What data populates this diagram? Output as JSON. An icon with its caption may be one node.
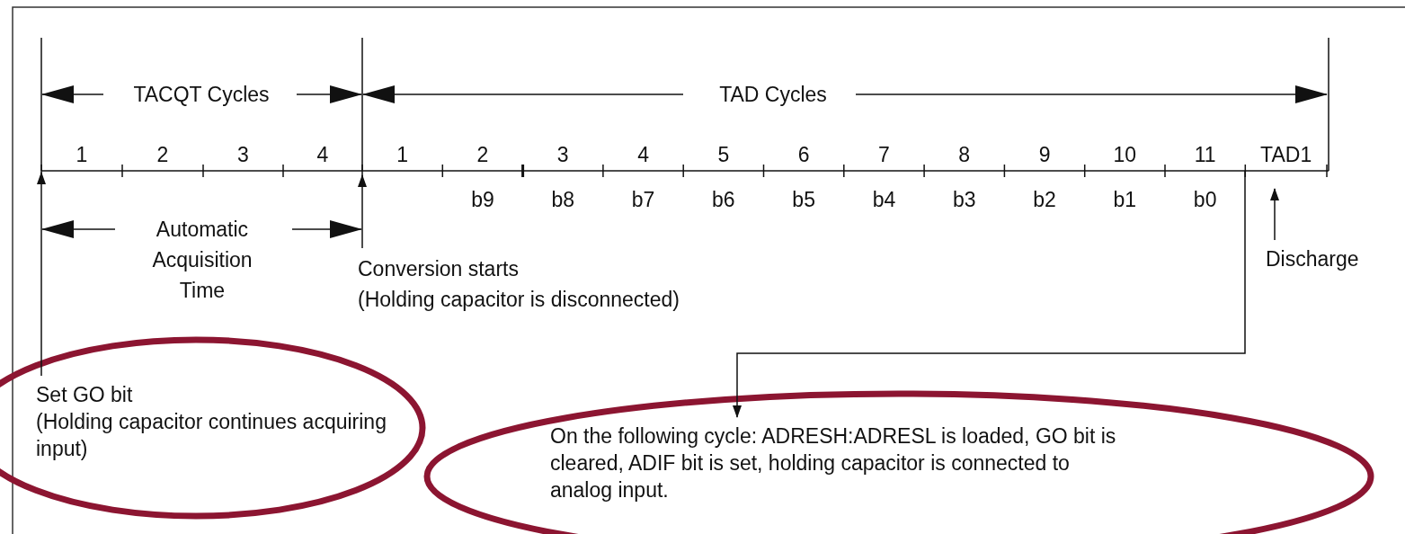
{
  "diagram": {
    "nodes": [
      {
        "text": [
          "Set GO bit",
          "(Holding capacitor continues acquiring input)"
        ]
      },
      {
        "text": [
          "Conversion starts",
          "(Holding capacitor is disconnected)"
        ]
      },
      {
        "text": [
          "Discharge"
        ]
      },
      {
        "text": [
          "On the following cycle: ADRESH:ADRESL is loaded, GO bit is cleared, ADIF bit is set, holding capacitor is connected to analog input."
        ]
      }
    ],
    "edges": [
      {
        "from": 0,
        "to": null,
        "arrow": "to"
      },
      {
        "from": 1,
        "to": null,
        "arrow": "to"
      },
      {
        "from": 2,
        "to": null,
        "arrow": "to"
      },
      {
        "from": null,
        "to": 3,
        "arrow": "to"
      }
    ],
    "labels": [
      "TACQT Cycles",
      "TAD Cycles",
      "1",
      "2",
      "3",
      "4",
      "1",
      "2",
      "3",
      "4",
      "5",
      "6",
      "7",
      "8",
      "9",
      "10",
      "11",
      "TAD1",
      "b9",
      "b8",
      "b7",
      "b6",
      "b5",
      "b4",
      "b3",
      "b2",
      "b1",
      "b0",
      "Automatic Acquisition Time"
    ]
  }
}
